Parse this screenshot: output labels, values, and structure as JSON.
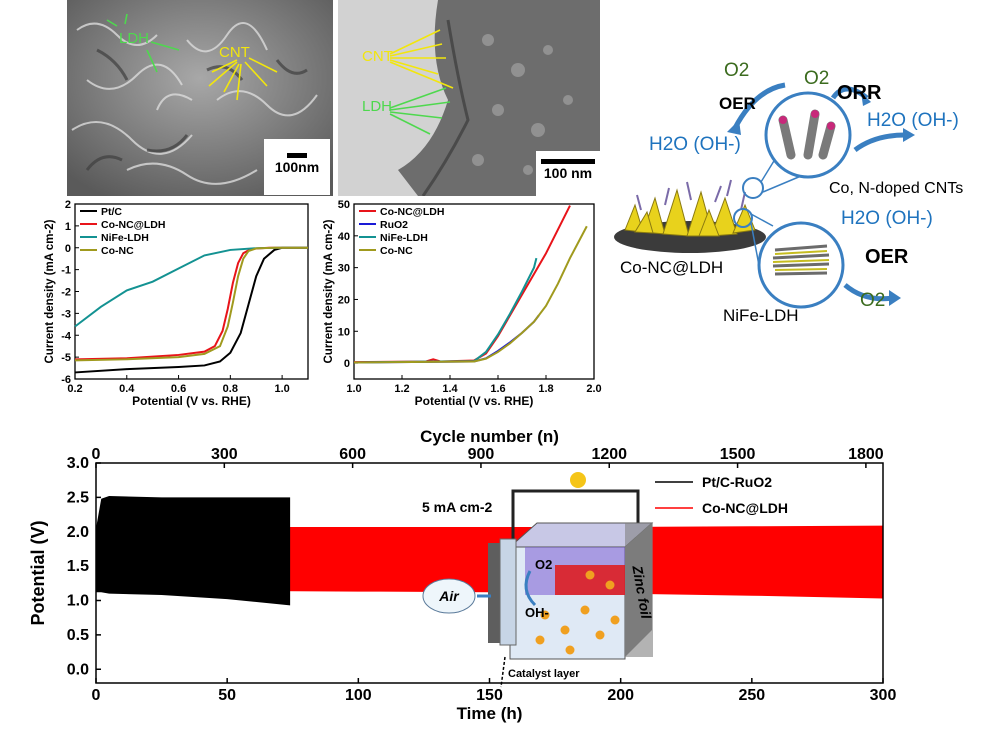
{
  "sem_image": {
    "labels": {
      "ldh": "LDH",
      "cnt": "CNT"
    },
    "scale_bar": "100nm"
  },
  "tem_image": {
    "labels": {
      "cnt": "CNT",
      "ldh": "LDH"
    },
    "scale_bar": "100 nm"
  },
  "schematic": {
    "labels": {
      "o2_left": "O2",
      "o2_right": "O2",
      "oer_top": "OER",
      "orr": "ORR",
      "h2o_left": "H2O (OH-)",
      "h2o_right_top": "H2O (OH-)",
      "cnts": "Co, N-doped CNTs",
      "h2o_right_bottom": "H2O (OH-)",
      "oer_bottom": "OER",
      "catalyst": "Co-NC@LDH",
      "nife": "NiFe-LDH",
      "o2_bottom": "O2"
    },
    "colors": {
      "water": "#1e73be",
      "oxygen": "#3b6b1e",
      "arrow": "#3a7fc1"
    }
  },
  "chart_data": [
    {
      "type": "line",
      "xlabel": "Potential (V vs. RHE)",
      "ylabel": "Current density (mA cm-2)",
      "xlim": [
        0.2,
        1.1
      ],
      "ylim": [
        -6,
        2
      ],
      "xticks": [
        "0.2",
        "0.4",
        "0.6",
        "0.8",
        "1.0"
      ],
      "yticks": [
        "-6",
        "-5",
        "-4",
        "-3",
        "-2",
        "-1",
        "0",
        "1",
        "2"
      ],
      "legend_position": "top-left",
      "series": [
        {
          "name": "Pt/C",
          "color": "#000000",
          "x": [
            0.2,
            0.4,
            0.6,
            0.7,
            0.76,
            0.8,
            0.84,
            0.87,
            0.9,
            0.93,
            0.97,
            1.0,
            1.1
          ],
          "y": [
            -5.7,
            -5.55,
            -5.45,
            -5.38,
            -5.2,
            -4.8,
            -3.9,
            -2.6,
            -1.3,
            -0.5,
            -0.1,
            0.0,
            0.0
          ]
        },
        {
          "name": "Co-NC@LDH",
          "color": "#e8141a",
          "x": [
            0.2,
            0.4,
            0.6,
            0.7,
            0.74,
            0.77,
            0.79,
            0.81,
            0.83,
            0.85,
            0.88,
            0.95,
            1.1
          ],
          "y": [
            -5.1,
            -5.05,
            -4.9,
            -4.75,
            -4.5,
            -3.8,
            -2.8,
            -1.6,
            -0.7,
            -0.25,
            -0.05,
            0.0,
            0.0
          ]
        },
        {
          "name": "NiFe-LDH",
          "color": "#139292",
          "x": [
            0.2,
            0.3,
            0.4,
            0.5,
            0.6,
            0.7,
            0.8,
            0.9,
            1.0,
            1.1
          ],
          "y": [
            -3.6,
            -2.7,
            -1.95,
            -1.55,
            -0.95,
            -0.35,
            -0.1,
            -0.02,
            0.0,
            0.0
          ]
        },
        {
          "name": "Co-NC",
          "color": "#a09a1e",
          "x": [
            0.2,
            0.4,
            0.6,
            0.7,
            0.76,
            0.79,
            0.81,
            0.83,
            0.85,
            0.87,
            0.9,
            0.97,
            1.1
          ],
          "y": [
            -5.15,
            -5.1,
            -5.0,
            -4.85,
            -4.5,
            -3.6,
            -2.5,
            -1.3,
            -0.5,
            -0.15,
            -0.03,
            0.0,
            0.0
          ]
        }
      ]
    },
    {
      "type": "line",
      "xlabel": "Potential (V vs. RHE)",
      "ylabel": "Current density (mA cm-2)",
      "xlim": [
        1.0,
        2.0
      ],
      "ylim": [
        -5,
        50
      ],
      "xticks": [
        "1.0",
        "1.2",
        "1.4",
        "1.6",
        "1.8",
        "2.0"
      ],
      "yticks": [
        "0",
        "10",
        "20",
        "30",
        "40",
        "50"
      ],
      "legend_position": "top-left",
      "series": [
        {
          "name": "Co-NC@LDH",
          "color": "#e8141a",
          "x": [
            1.0,
            1.3,
            1.33,
            1.36,
            1.5,
            1.55,
            1.6,
            1.65,
            1.7,
            1.75,
            1.8,
            1.85,
            1.9
          ],
          "y": [
            0.3,
            0.5,
            1.2,
            0.5,
            0.8,
            3,
            8.5,
            15,
            21.5,
            28,
            34.5,
            42,
            49.5
          ]
        },
        {
          "name": "RuO2",
          "color": "#1a1ad6",
          "x": [
            1.0,
            1.5,
            1.55,
            1.6,
            1.65,
            1.7,
            1.75,
            1.77
          ],
          "y": [
            0.2,
            0.5,
            1.5,
            3.8,
            6.5,
            9.5,
            13,
            15
          ]
        },
        {
          "name": "NiFe-LDH",
          "color": "#139292",
          "x": [
            1.0,
            1.5,
            1.55,
            1.6,
            1.65,
            1.7,
            1.75,
            1.76
          ],
          "y": [
            0.2,
            0.6,
            3.5,
            9,
            15.5,
            22.5,
            30,
            33
          ]
        },
        {
          "name": "Co-NC",
          "color": "#a09a1e",
          "x": [
            1.0,
            1.5,
            1.55,
            1.6,
            1.65,
            1.7,
            1.75,
            1.8,
            1.85,
            1.9,
            1.97
          ],
          "y": [
            0.2,
            0.5,
            1.4,
            3.5,
            6.2,
            9.5,
            13,
            18,
            25,
            33,
            43
          ]
        }
      ]
    },
    {
      "type": "area",
      "xlabel": "Time (h)",
      "ylabel": "Potential (V)",
      "x2label": "Cycle number (n)",
      "xlim": [
        0,
        300
      ],
      "ylim": [
        -0.2,
        3.0
      ],
      "x2lim": [
        0,
        1840
      ],
      "xticks": [
        "0",
        "50",
        "100",
        "150",
        "200",
        "250",
        "300"
      ],
      "x2ticks": [
        "0",
        "300",
        "600",
        "900",
        "1200",
        "1500",
        "1800"
      ],
      "yticks": [
        "0.0",
        "0.5",
        "1.0",
        "1.5",
        "2.0",
        "2.5",
        "3.0"
      ],
      "legend_position": "top-right",
      "series": [
        {
          "name": "Pt/C-RuO2",
          "color": "#000000",
          "x": [
            0,
            2,
            5,
            25,
            50,
            74
          ],
          "upper": [
            2.05,
            2.48,
            2.52,
            2.5,
            2.5,
            2.5
          ],
          "lower": [
            1.12,
            1.12,
            1.1,
            1.08,
            1.02,
            0.93
          ]
        },
        {
          "name": "Co-NC@LDH",
          "color": "#ff0000",
          "x": [
            0,
            2,
            10,
            50,
            100,
            150,
            200,
            250,
            300
          ],
          "upper": [
            1.97,
            2.02,
            2.07,
            2.07,
            2.07,
            2.07,
            2.07,
            2.08,
            2.09
          ],
          "lower": [
            1.18,
            1.15,
            1.15,
            1.14,
            1.13,
            1.12,
            1.1,
            1.07,
            1.03
          ]
        }
      ],
      "inset": {
        "current": "5 mA cm-2",
        "o2": "O2",
        "oh": "OH-",
        "air": "Air",
        "zinc": "Zinc foil",
        "catalyst_layer": "Catalyst layer"
      }
    }
  ]
}
